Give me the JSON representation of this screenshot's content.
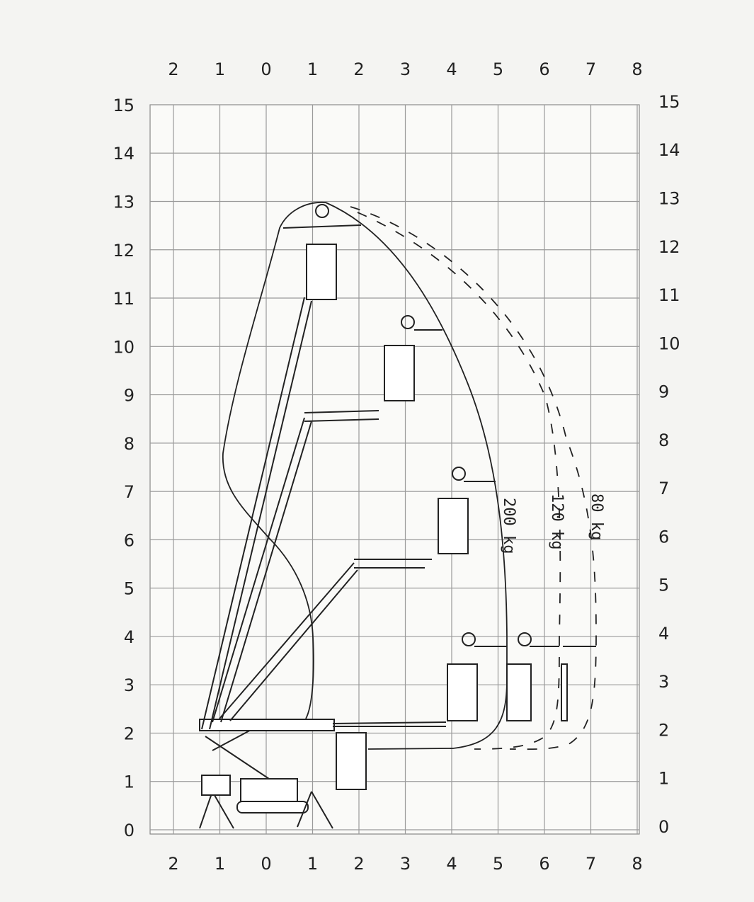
{
  "diagram": {
    "title_hidden": "",
    "x_ticks": [
      "2",
      "1",
      "0",
      "1",
      "2",
      "3",
      "4",
      "5",
      "6",
      "7",
      "8"
    ],
    "y_ticks": [
      "0",
      "1",
      "2",
      "3",
      "4",
      "5",
      "6",
      "7",
      "8",
      "9",
      "10",
      "11",
      "12",
      "13",
      "14",
      "15"
    ],
    "load_curves": [
      {
        "label": "200 kg",
        "style": "solid"
      },
      {
        "label": "120 kg",
        "style": "dashed"
      },
      {
        "label": "80 kg",
        "style": "dashed"
      }
    ],
    "colors": {
      "background": "#f4f4f2",
      "lines": "#222222",
      "grid": "#9a9a9a"
    }
  }
}
